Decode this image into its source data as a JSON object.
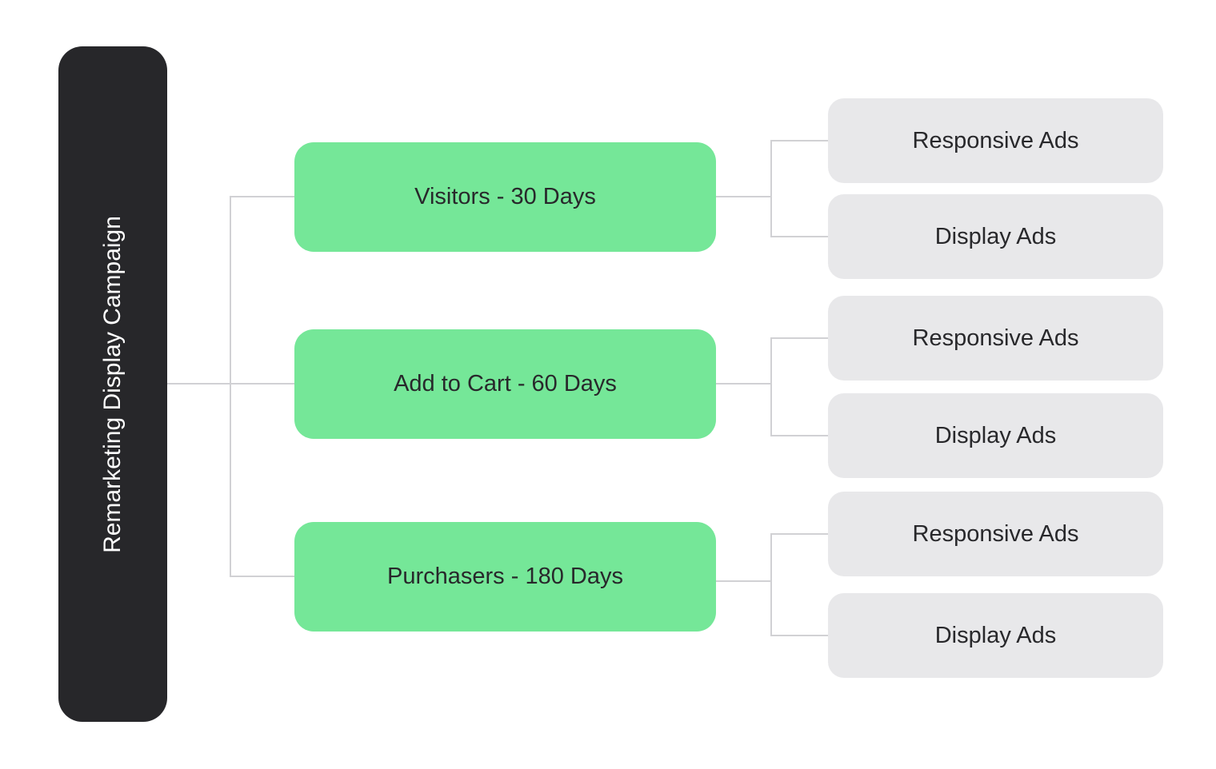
{
  "tree": {
    "root_label": "Remarketing Display Campaign",
    "branches": [
      {
        "label": "Visitors - 30 Days",
        "children": [
          "Responsive Ads",
          "Display Ads"
        ]
      },
      {
        "label": "Add to Cart - 60 Days",
        "children": [
          "Responsive Ads",
          "Display Ads"
        ]
      },
      {
        "label": "Purchasers - 180 Days",
        "children": [
          "Responsive Ads",
          "Display Ads"
        ]
      }
    ]
  },
  "colors": {
    "canvas-bg": "#ffffff",
    "root-bg": "#27272a",
    "root-text": "#ffffff",
    "branch-bg": "#75e798",
    "branch-text": "#28282b",
    "child-bg": "#e8e8ea",
    "child-text": "#28282b",
    "connector": "#d1d1d4"
  }
}
